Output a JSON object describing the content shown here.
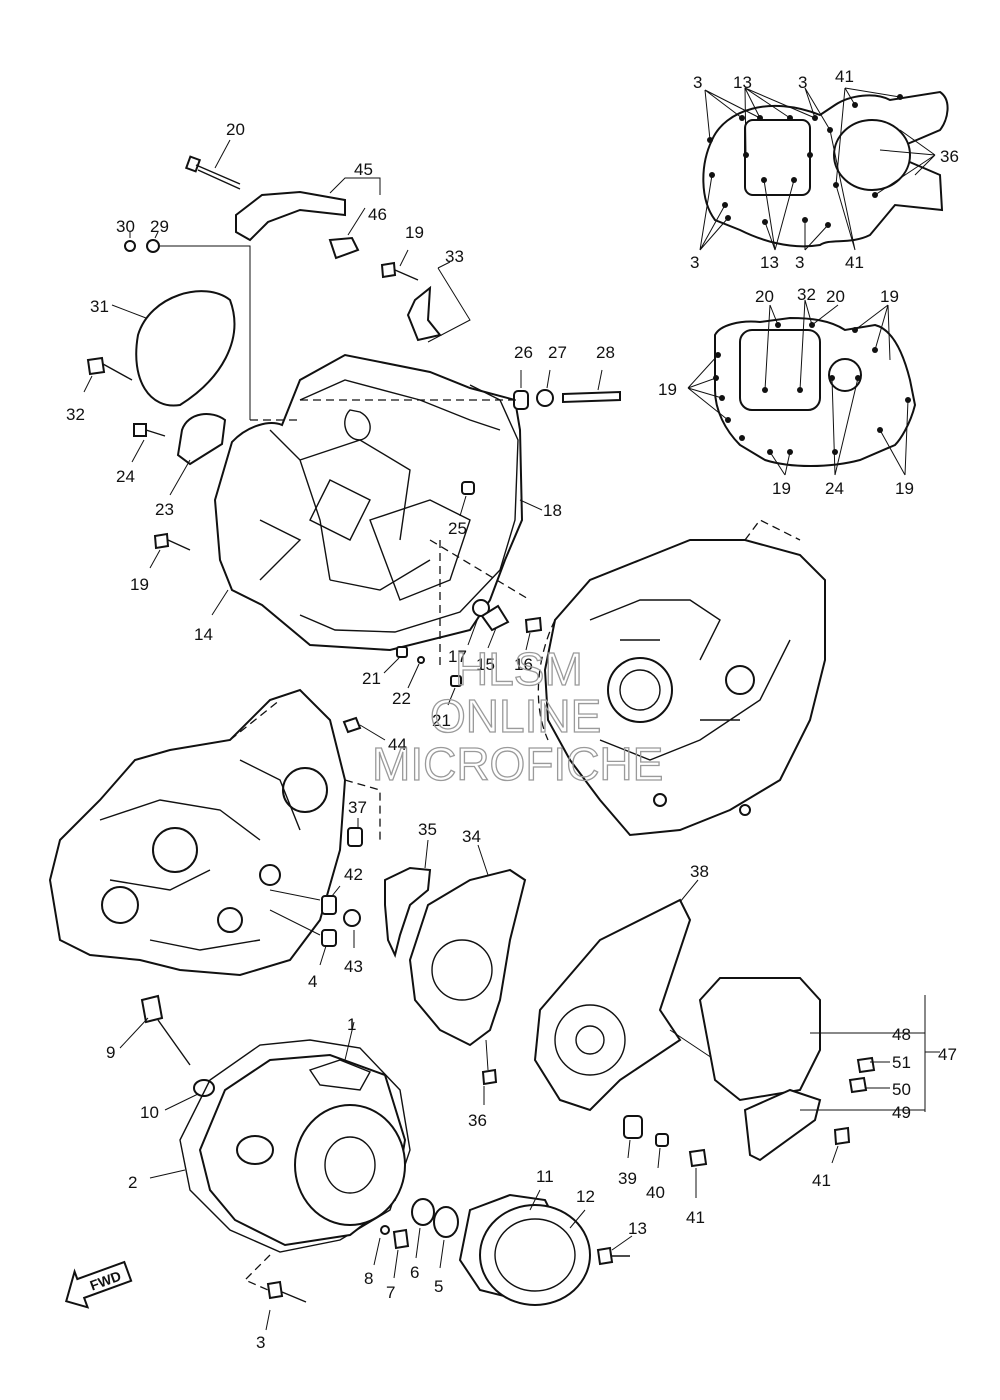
{
  "callouts": {
    "c1": "1",
    "c2": "2",
    "c3_bottom": "3",
    "c4": "4",
    "c5": "5",
    "c6": "6",
    "c7": "7",
    "c8": "8",
    "c9": "9",
    "c10": "10",
    "c11": "11",
    "c12": "12",
    "c13_bottom": "13",
    "c14": "14",
    "c15": "15",
    "c16": "16",
    "c17": "17",
    "c18": "18",
    "c19_left_a": "19",
    "c19_left_b": "19",
    "c20": "20",
    "c21_a": "21",
    "c21_b": "21",
    "c22": "22",
    "c23": "23",
    "c24": "24",
    "c25": "25",
    "c26": "26",
    "c27": "27",
    "c28": "28",
    "c29": "29",
    "c30": "30",
    "c31": "31",
    "c32": "32",
    "c33": "33",
    "c34": "34",
    "c35": "35",
    "c36": "36",
    "c37": "37",
    "c38": "38",
    "c39": "39",
    "c40": "40",
    "c41": "41",
    "c41_b": "41",
    "c42": "42",
    "c43": "43",
    "c44": "44",
    "c45": "45",
    "c46": "46",
    "c47": "47",
    "c48": "48",
    "c49": "49",
    "c50": "50",
    "c51": "51"
  },
  "inset_top": {
    "c3_tl": "3",
    "c13_t": "13",
    "c3_tm": "3",
    "c41_t": "41",
    "c36": "36",
    "c3_bl": "3",
    "c13_b": "13",
    "c3_bm": "3",
    "c41_b": "41"
  },
  "inset_mid": {
    "c20_a": "20",
    "c32": "32",
    "c20_b": "20",
    "c19_tr": "19",
    "c19_l": "19",
    "c19_bl": "19",
    "c24": "24",
    "c19_br": "19"
  },
  "watermark": {
    "line1": "HLSM",
    "line2": "ONLINE",
    "line3": "MICROFICHE"
  },
  "fwd_badge": "FWD"
}
